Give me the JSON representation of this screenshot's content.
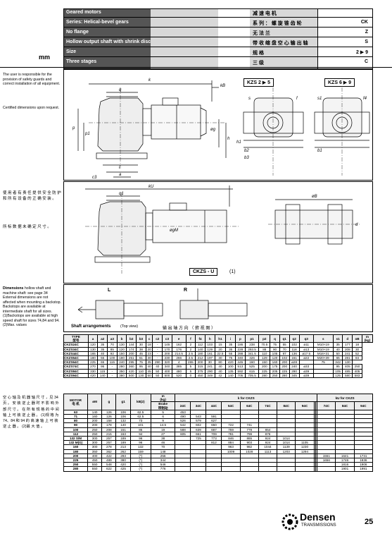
{
  "header": {
    "rows": [
      {
        "en": "Geared motors",
        "cn": "减 速 电 机",
        "code": ""
      },
      {
        "en": "Series: Helical-bevel gears",
        "cn": "系 列 ： 螺 旋 锥 齿 轮",
        "code": "CK"
      },
      {
        "en": "No flange",
        "cn": "无 法 兰",
        "code": "Z"
      },
      {
        "en": "Hollow output shaft with shrink disc",
        "cn": "带 收 缩 盘 空 心 输 出 轴",
        "code": "S"
      },
      {
        "en": "Size",
        "cn": "规 格",
        "code": "2 ▶ 9"
      },
      {
        "en": "Three stages",
        "cn": "三 级",
        "code": "C"
      }
    ],
    "unit": "mm"
  },
  "side": {
    "note1": "The user is responsible for the provision of safety guards and correct installation of all equipment.",
    "note2": "Certified dimensions upon request.",
    "note3": "使 用 者 有 责 任 提 供 安 全 防 护 和 所 有 设 备 的 正 确 安 装 。",
    "note4": "所 标 数 据 未 确 定 尺 寸 。",
    "note5_title": "Dimensions",
    "note5": "hollow shaft and machine shaft: see page 34 External dimensions are not affected when mounting a backstop. Backstops are available at intermediate shaft for all sizes. (1)Backstops are available at high speed shaft for sizes 74,84 and 94. (2)Max. values",
    "note6": "空 心 轴 及 机 器 轴 尺 寸 ，见 34 页 。 安 装 逆 止 器 时 不 影 响 外 部 尺 寸 。 在 所 有 规 格 的 中 间 轴 上 可 装 逆 止 器 。 (1)规 格 为 74、84 和 94 的 高 速 轴 上 可 装 逆 止 器 。 (2)最 大 值 。"
  },
  "drawings": {
    "kzs25": "KZS 2 ▶ 5",
    "kzs69": "KZS 6 ▶ 9",
    "ckzsu": "CKZS - U",
    "ckzsu_note": "(1)",
    "arr_L": "L",
    "arr_R": "R",
    "arr_en": "Shaft arrangements",
    "arr_topview": "(Top view)",
    "arr_cn": "输 出 轴 方 向 （ 俯 视 图 ）"
  },
  "dims": {
    "k": "k",
    "kB": "kB",
    "kU": "kU",
    "q": "q",
    "q1": "q1",
    "q2": "q2",
    "q3": "q3",
    "p": "p",
    "p1": "p1",
    "p2": "p2",
    "h": "h",
    "h1": "h1",
    "g": "øg",
    "gM": "øgM",
    "a": "a",
    "a2": "a2",
    "a3": "a3",
    "c": "c",
    "c1": "c1",
    "c2": "c2",
    "c3": "c3",
    "i": "i",
    "s": "s",
    "s1": "s1",
    "f": "f",
    "f4": "f4",
    "b1": "b1",
    "b2": "b2",
    "b3": "b3",
    "d": "d",
    "oB": "øB",
    "m": "m",
    "e": "e"
  },
  "table1": {
    "headers": [
      "TYPE\n型号",
      "a",
      "a2",
      "a3",
      "b",
      "b2",
      "b3",
      "c",
      "c2",
      "c3",
      "e",
      "f",
      "f4",
      "h",
      "h1",
      "i",
      "p",
      "p1",
      "p2",
      "q",
      "q1",
      "q2",
      "q3",
      "s",
      "s1",
      "d",
      "oB",
      "m\n(kg)"
    ],
    "rows": [
      [
        "CKZS24C",
        "120",
        "35",
        "70",
        "130",
        "144",
        "30",
        "18",
        "-",
        "145",
        "162",
        "2",
        "112",
        "103",
        "15",
        "35",
        "186",
        "238",
        "70.5",
        "75",
        "55",
        "102",
        "ø11",
        "M10×19",
        "35",
        "177",
        "18"
      ],
      [
        "CKZS34C",
        "130",
        "35",
        "85",
        "120",
        "174",
        "38",
        "20",
        "-",
        "170",
        "176",
        "2",
        "140",
        "129",
        "20",
        "35",
        "228",
        "293.5",
        "88",
        "90",
        "70",
        "118",
        "ø13",
        "M10×19",
        "40",
        "208",
        "30"
      ],
      [
        "CKZS44C",
        "165",
        "40",
        "92",
        "150",
        "200",
        "45",
        "23",
        "-",
        "200",
        "214.5",
        "2.5",
        "180",
        "161",
        "22.5",
        "55",
        "288",
        "341.5",
        "110",
        "105",
        "87",
        "136",
        "ø17.5",
        "M16×31",
        "50",
        "241",
        "52"
      ],
      [
        "CKZS54C",
        "180",
        "55",
        "100",
        "180",
        "251",
        "61",
        "30",
        "-",
        "230",
        "266",
        "2.5",
        "212",
        "197",
        "30",
        "75",
        "340",
        "426",
        "129",
        "120",
        "102",
        "161",
        "ø22",
        "M20×39",
        "65",
        "281",
        "84"
      ],
      [
        "CKZS64C",
        "225",
        "65",
        "115",
        "240",
        "295",
        "75",
        "35",
        "290",
        "320",
        "4",
        "265",
        "200",
        "30",
        "80",
        "420",
        "445",
        "160",
        "150",
        "160",
        "200",
        "ø28",
        "",
        "75",
        "342",
        "130"
      ],
      [
        "CKZS74C",
        "270",
        "95",
        "-",
        "280",
        "360",
        "95",
        "40",
        "40",
        "340",
        "385",
        "5",
        "315",
        "241",
        "40",
        "100",
        "513",
        "525",
        "200",
        "175",
        "200",
        "240",
        "ø33",
        "",
        "95",
        "405",
        "250"
      ],
      [
        "CKZS84C",
        "330",
        "115",
        "-",
        "350",
        "420",
        "110",
        "45",
        "50",
        "400",
        "480",
        "5",
        "375",
        "290",
        "40",
        "135",
        "592",
        "615",
        "225",
        "205",
        "225",
        "290",
        "ø39",
        "",
        "105",
        "485",
        "405"
      ],
      [
        "CKZS94C",
        "420",
        "140",
        "-",
        "380",
        "500",
        "130",
        "50",
        "50",
        "500",
        "520",
        "0",
        "450",
        "349",
        "42",
        "140",
        "705",
        "705.5",
        "280",
        "250",
        "280",
        "345",
        "ø39",
        "",
        "125",
        "580",
        "583"
      ]
    ]
  },
  "table2": {
    "col_motor": "MOTOR\n电 机",
    "col_gM": "øM",
    "col_g": "g",
    "col_g1": "g1",
    "col_kB": "kB(2)",
    "col_m": "m\n(kg)",
    "col_brake": "Brake\n带制动",
    "col_k_group": "k for CKZS",
    "col_kU_group": "kU for CKZS",
    "k_cols": [
      "24C",
      "34C",
      "44C",
      "54C",
      "64C",
      "74C",
      "84C",
      "94C"
    ],
    "kU_cols": [
      "74C",
      "84C",
      "94C"
    ],
    "rows": [
      [
        "63",
        "140",
        "126",
        "106",
        "62.5",
        "5",
        "453",
        "",
        "",
        "",
        "",
        "",
        "",
        "",
        "",
        "",
        ""
      ],
      [
        "71",
        "160",
        "126",
        "106",
        "62.5",
        "6",
        "490",
        "543",
        "591",
        "",
        "",
        "",
        "",
        "",
        "",
        "",
        ""
      ],
      [
        "80",
        "200",
        "158",
        "132",
        "73",
        "9",
        "526",
        "579",
        "627",
        "",
        "",
        "",
        "",
        "",
        "",
        "",
        ""
      ],
      [
        "90",
        "200",
        "178",
        "140",
        "101",
        "14.5",
        "542",
        "602",
        "650",
        "722",
        "741",
        "",
        "",
        "",
        "",
        "",
        ""
      ],
      [
        "100",
        "250",
        "208",
        "151",
        "85",
        "19",
        "588",
        "639",
        "687",
        "759",
        "778",
        "854",
        "",
        "",
        "",
        "",
        ""
      ],
      [
        "112",
        "250",
        "215",
        "163",
        "94",
        "27",
        "605",
        "661",
        "709",
        "781",
        "799",
        "876",
        "",
        "",
        "",
        "",
        ""
      ],
      [
        "132 S/M",
        "300",
        "257",
        "189",
        "96",
        "38",
        "",
        "725",
        "773",
        "846",
        "865",
        "924",
        "1014",
        "",
        "",
        "",
        ""
      ],
      [
        "132 M(G)",
        "300",
        "257",
        "189",
        "96",
        "46",
        "",
        "",
        "812",
        "884",
        "903",
        "924",
        "1014",
        "1105",
        "",
        "",
        ""
      ],
      [
        "160",
        "300",
        "278",
        "213",
        "132",
        "70",
        "",
        "",
        "",
        "963",
        "982",
        "1044",
        "1139",
        "1230",
        "",
        "",
        ""
      ],
      [
        "180",
        "350",
        "362",
        "262",
        "159",
        "148",
        "",
        "",
        "",
        "1009",
        "1028",
        "1113",
        "1203",
        "1294",
        "",
        "",
        ""
      ],
      [
        "200",
        "400",
        "422",
        "293",
        "(*)",
        "256",
        "",
        "",
        "",
        "",
        "",
        "",
        "",
        "",
        "1551",
        "1641",
        "1731"
      ],
      [
        "225",
        "450",
        "489",
        "380",
        "(*)",
        "344",
        "",
        "",
        "",
        "",
        "",
        "",
        "",
        "",
        "1656",
        "1746",
        "1836"
      ],
      [
        "250",
        "550",
        "548",
        "420",
        "(*)",
        "546",
        "",
        "",
        "",
        "",
        "",
        "",
        "",
        "",
        "",
        "1816",
        "1906"
      ],
      [
        "280",
        "550",
        "622",
        "425",
        "(*)",
        "776",
        "",
        "",
        "",
        "",
        "",
        "",
        "",
        "",
        "",
        "1901",
        "1991"
      ]
    ]
  },
  "footer": {
    "brand": "Densen",
    "sub": "TRANSMISSIONS",
    "page": "25"
  }
}
